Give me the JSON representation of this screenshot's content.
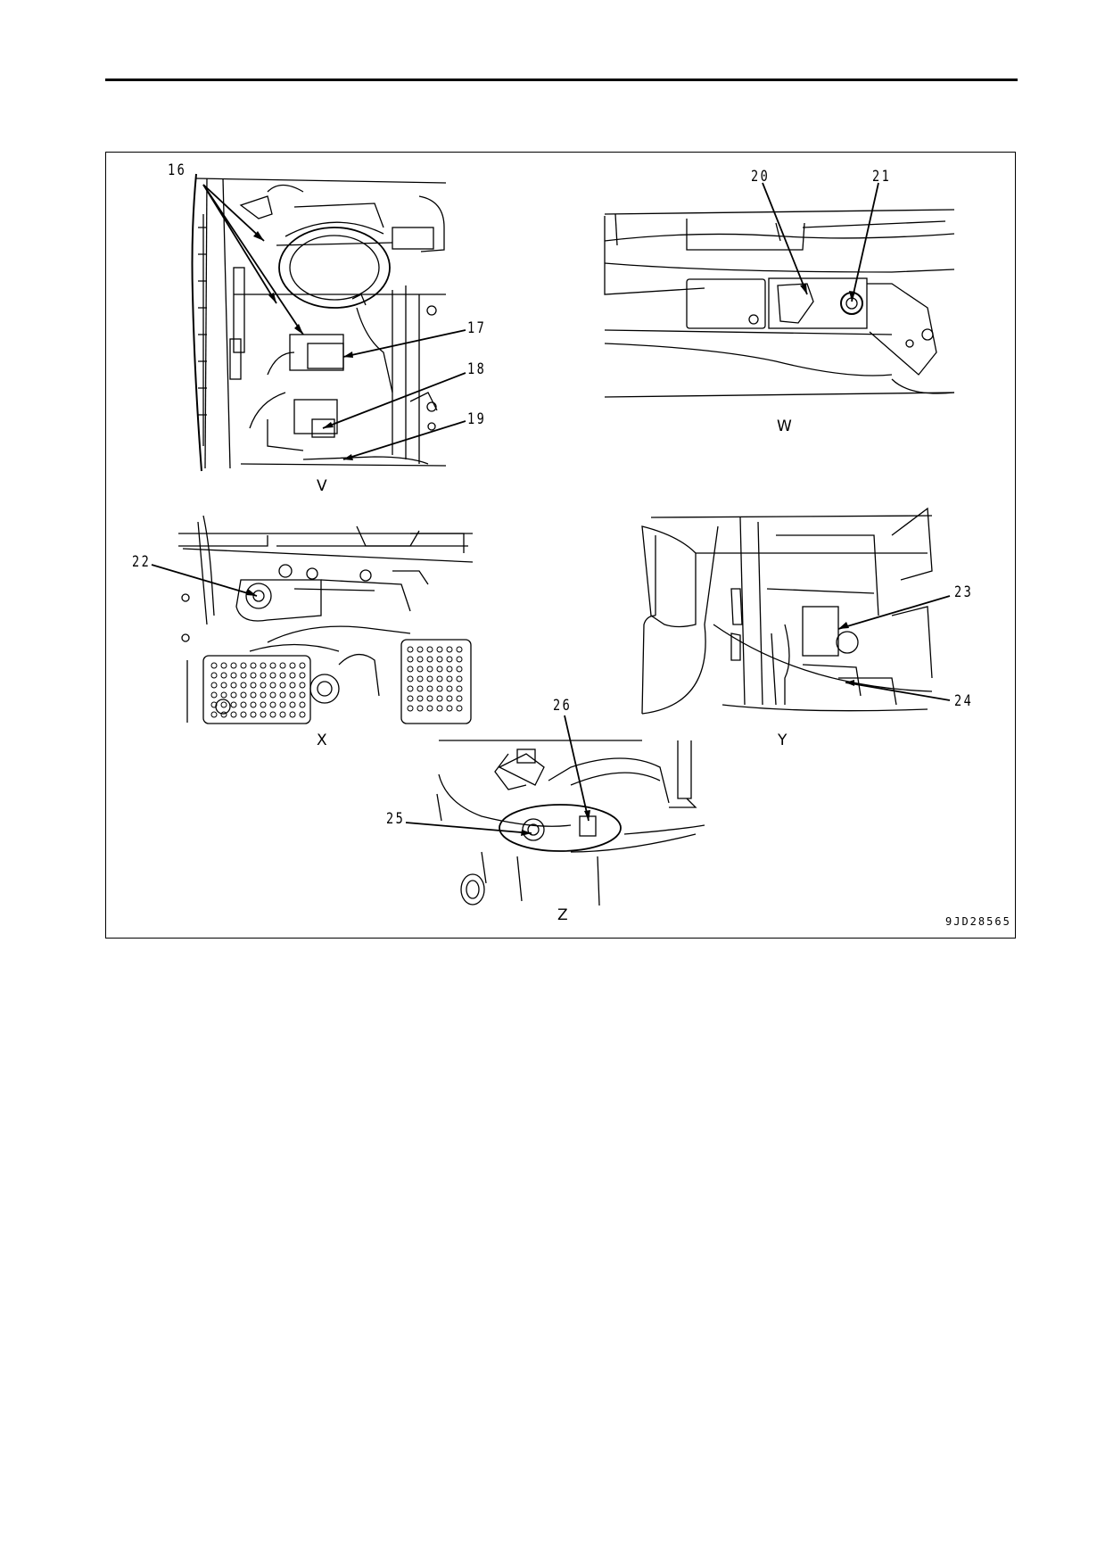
{
  "figure": {
    "id_code": "9JD28565",
    "callouts": {
      "c16": "16",
      "c17": "17",
      "c18": "18",
      "c19": "19",
      "c20": "20",
      "c21": "21",
      "c22": "22",
      "c23": "23",
      "c24": "24",
      "c25": "25",
      "c26": "26"
    },
    "views": {
      "v": "V",
      "w": "W",
      "x": "X",
      "y": "Y",
      "z": "Z"
    }
  }
}
